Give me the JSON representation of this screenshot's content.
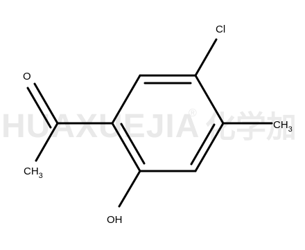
{
  "watermark": {
    "latin": "HUAXUEJIA",
    "registered": "®",
    "cjk": "化学加"
  },
  "labels": {
    "chlorine": "Cl",
    "methyl_ring_main": "CH",
    "methyl_ring_sub": "3",
    "carbonyl_oxygen": "O",
    "acetyl_methyl_main": "CH",
    "acetyl_methyl_sub": "3",
    "hydroxyl": "OH"
  }
}
